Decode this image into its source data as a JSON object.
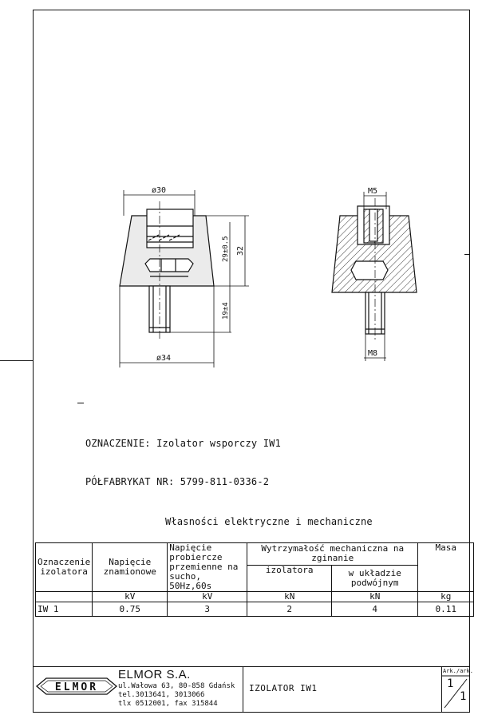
{
  "drawing": {
    "left_dims": {
      "top_dia": "ø30",
      "bottom_dia": "ø34",
      "height_total": "32",
      "height_inner": "29±0.5",
      "stud_len": "19±4"
    },
    "right_dims": {
      "top_thread": "M5",
      "bottom_thread": "M8"
    }
  },
  "designation": "OZNACZENIE:  Izolator wsporczy IW1",
  "semiproduct": "PÓŁFABRYKAT NR: 5799-811-0336-2",
  "table_title": "Własności elektryczne i mechaniczne",
  "table": {
    "headers": {
      "designation": [
        "Oznaczenie",
        "izolatora"
      ],
      "rated_voltage": [
        "Napięcie",
        "znamionowe"
      ],
      "test_voltage": [
        "Napięcie probiercze",
        "przemienne na",
        "sucho, 50Hz,60s"
      ],
      "strength": "Wytrzymałość mechaniczna na zginanie",
      "strength_insulator": "izolatora",
      "strength_double": [
        "w układzie",
        "podwójnym"
      ],
      "mass": "Masa"
    },
    "units": {
      "rated_voltage": "kV",
      "test_voltage": "kV",
      "strength_insulator": "kN",
      "strength_double": "kN",
      "mass": "kg"
    },
    "row": {
      "designation": "IW 1",
      "rated_voltage": "0.75",
      "test_voltage": "3",
      "strength_insulator": "2",
      "strength_double": "4",
      "mass": "0.11"
    }
  },
  "title_block": {
    "company": "ELMOR S.A.",
    "logo_text": "ELMOR",
    "address": "ul.Wałowa 63, 80-858 Gdańsk",
    "phone": "tel.3013641, 3013066",
    "telex": "tlx 0512001, fax 315844",
    "title": "IZOLATOR  IW1",
    "sheet_label": "Ark./ark.",
    "sheet_num": "1",
    "sheet_total": "1"
  }
}
